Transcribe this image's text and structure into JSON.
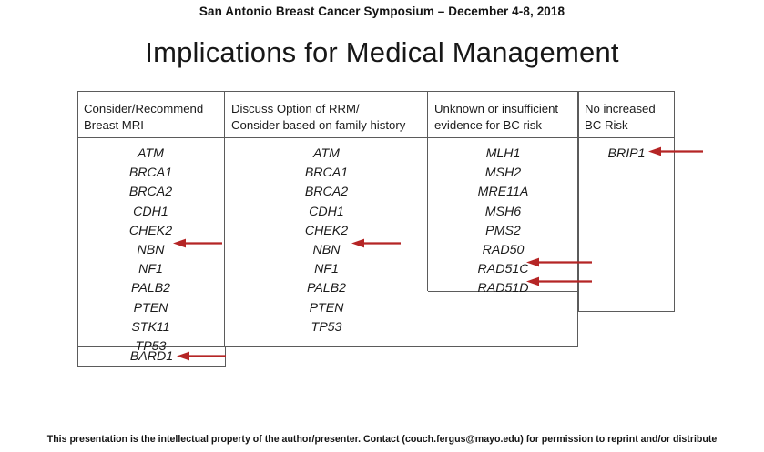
{
  "slide": {
    "conference_header": "San Antonio Breast Cancer Symposium – December 4-8, 2018",
    "title": "Implications for Medical Management",
    "footer": "This presentation is the intellectual property of the author/presenter.  Contact (couch.fergus@mayo.edu) for permission to reprint and/or distribute",
    "arrow_color": "#b52525",
    "border_color": "#5b5b5b"
  },
  "table": {
    "columns": [
      {
        "id": "consider-recommend-breast-mri",
        "header": "Consider/Recommend\nBreast MRI",
        "genes": [
          "ATM",
          "BRCA1",
          "BRCA2",
          "CDH1",
          "CHEK2",
          "NBN",
          "NF1",
          "PALB2",
          "PTEN",
          "STK11",
          "TP53"
        ],
        "highlighted": [
          "NBN"
        ]
      },
      {
        "id": "discuss-option-rrm",
        "header": "Discuss Option of RRM/\nConsider based on family history",
        "genes": [
          "ATM",
          "BRCA1",
          "BRCA2",
          "CDH1",
          "CHEK2",
          "NBN",
          "NF1",
          "PALB2",
          "PTEN",
          "TP53"
        ],
        "highlighted": [
          "NBN"
        ]
      },
      {
        "id": "unknown-insufficient-evidence",
        "header": "Unknown or insufficient\nevidence for BC risk",
        "genes": [
          "MLH1",
          "MSH2",
          "MRE11A",
          "MSH6",
          "PMS2",
          "RAD50",
          "RAD51C",
          "RAD51D"
        ],
        "highlighted": [
          "RAD51C",
          "RAD51D"
        ]
      },
      {
        "id": "no-increased-bc-risk",
        "header": "No increased\nBC Risk",
        "genes": [
          "BRIP1"
        ],
        "highlighted": [
          "BRIP1"
        ]
      }
    ],
    "footnote_cell": {
      "id": "bard1-cell",
      "gene": "BARD1",
      "highlighted": true
    }
  }
}
